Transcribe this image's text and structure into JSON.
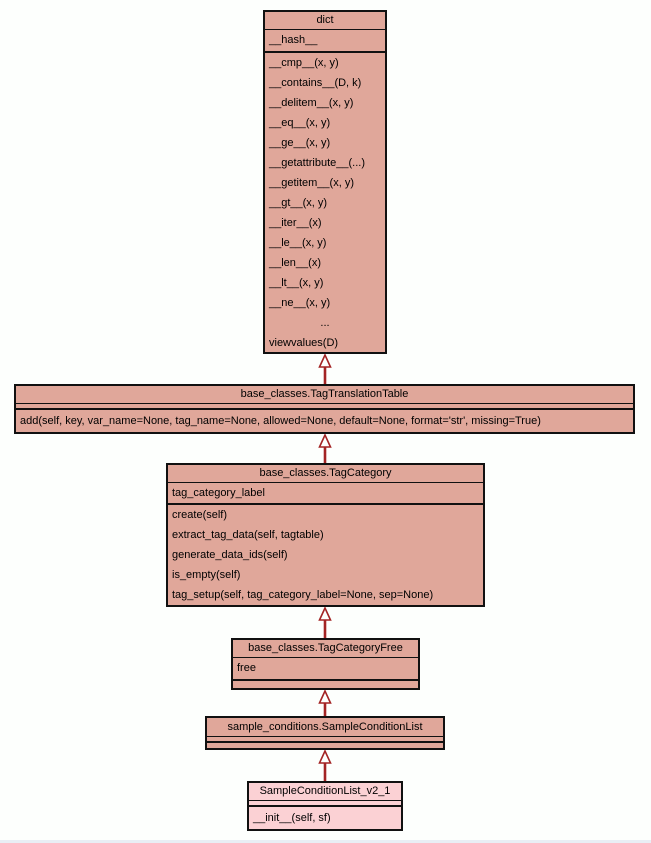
{
  "diagram": {
    "type": "uml-class-inheritance",
    "colors": {
      "class_fill": "#e0a79a",
      "highlight_fill": "#fbd1d4",
      "border": "#111111",
      "arrow": "#a32424",
      "background": "#fdfffd"
    },
    "classes": [
      {
        "name": "dict",
        "attributes": [
          "__hash__"
        ],
        "methods": [
          "__cmp__(x, y)",
          "__contains__(D, k)",
          "__delitem__(x, y)",
          "__eq__(x, y)",
          "__ge__(x, y)",
          "__getattribute__(...)",
          "__getitem__(x, y)",
          "__gt__(x, y)",
          "__iter__(x)",
          "__le__(x, y)",
          "__len__(x)",
          "__lt__(x, y)",
          "__ne__(x, y)",
          "...",
          "viewvalues(D)"
        ]
      },
      {
        "name": "base_classes.TagTranslationTable",
        "attributes": [],
        "methods": [
          "add(self, key, var_name=None, tag_name=None, allowed=None, default=None, format='str', missing=True)"
        ]
      },
      {
        "name": "base_classes.TagCategory",
        "attributes": [
          "tag_category_label"
        ],
        "methods": [
          "create(self)",
          "extract_tag_data(self, tagtable)",
          "generate_data_ids(self)",
          "is_empty(self)",
          "tag_setup(self, tag_category_label=None, sep=None)"
        ]
      },
      {
        "name": "base_classes.TagCategoryFree",
        "attributes": [
          "free"
        ],
        "methods": []
      },
      {
        "name": "sample_conditions.SampleConditionList",
        "attributes": [],
        "methods": []
      },
      {
        "name": "SampleConditionList_v2_1",
        "attributes": [],
        "methods": [
          "__init__(self, sf)"
        ]
      }
    ],
    "inheritance": [
      {
        "child": "base_classes.TagTranslationTable",
        "parent": "dict"
      },
      {
        "child": "base_classes.TagCategory",
        "parent": "base_classes.TagTranslationTable"
      },
      {
        "child": "base_classes.TagCategoryFree",
        "parent": "base_classes.TagCategory"
      },
      {
        "child": "sample_conditions.SampleConditionList",
        "parent": "base_classes.TagCategoryFree"
      },
      {
        "child": "SampleConditionList_v2_1",
        "parent": "sample_conditions.SampleConditionList"
      }
    ]
  }
}
